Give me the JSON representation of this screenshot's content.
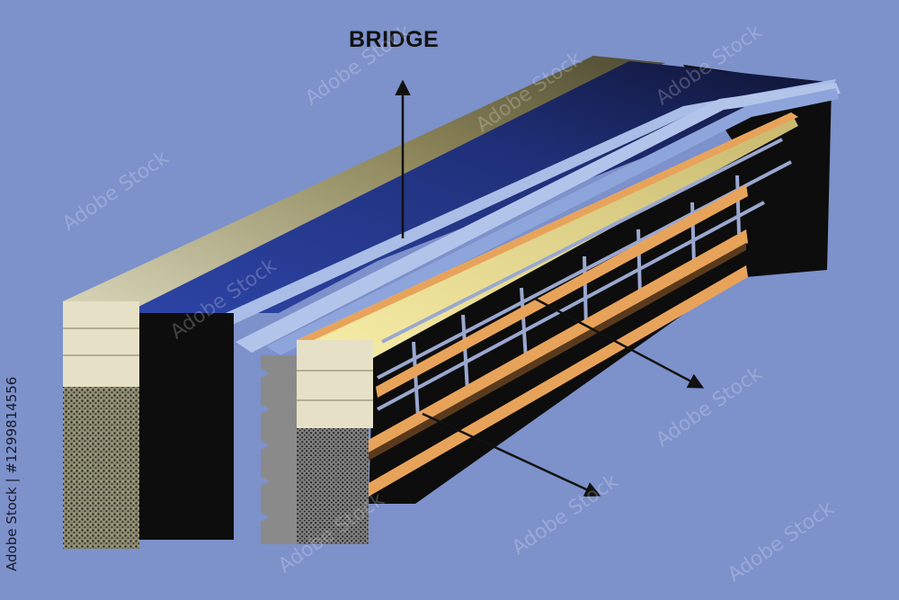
{
  "diagram": {
    "title": "BRIDGE",
    "stock_id": "Adobe Stock | #1299814556",
    "watermark_text": "Adobe Stock",
    "colors": {
      "background": "#7d91cb",
      "road_top": "#2c3f9a",
      "road_highlight": "#a9bde6",
      "deck_yellow": "#f3e5a0",
      "beam_orange": "#e8a35b",
      "concrete": "#e6e1c6",
      "earth": "#5d5940",
      "steel": "#9aa8d0",
      "dark": "#0d0d0d"
    }
  }
}
